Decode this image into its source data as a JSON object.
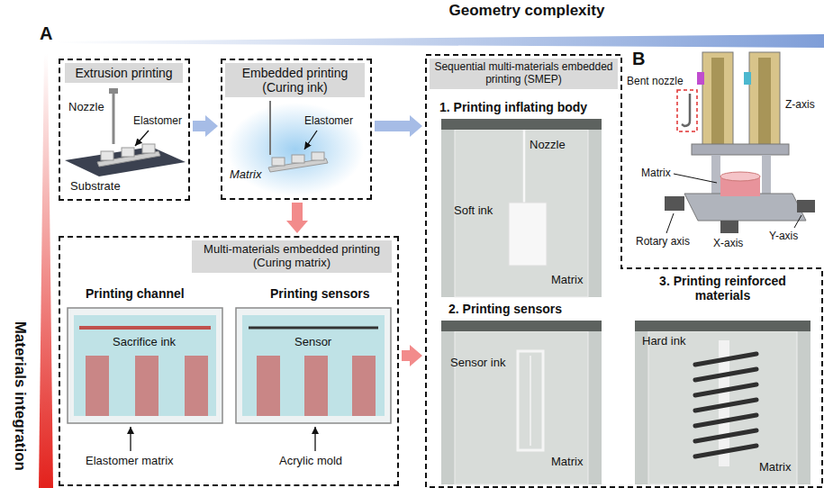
{
  "diagram": {
    "nodes": [
      {
        "text": [
          "Extrusion printing",
          "Nozzle",
          "Elastomer",
          "Substrate"
        ]
      },
      {
        "text": [
          "Embedded printing (Curing ink)",
          "Elastomer",
          "Matrix"
        ]
      },
      {
        "text": [
          "Multi-materials embedded printing (Curing matrix)",
          "Printing channel",
          "Sacrifice ink",
          "Elastomer matrix",
          "Printing sensors",
          "Sensor",
          "Acrylic mold"
        ]
      },
      {
        "text": [
          "Sequential multi-materials embedded printing (SMEP)"
        ]
      },
      {
        "text": [
          "1. Printing inflating body",
          "Nozzle",
          "Soft ink",
          "Matrix"
        ],
        "in": 3
      },
      {
        "text": [
          "2. Printing sensors",
          "Sensor ink",
          "Matrix"
        ],
        "in": 3
      },
      {
        "text": [
          "3. Printing reinforced materials",
          "Hard ink",
          "Matrix"
        ],
        "in": 3
      }
    ],
    "edges": [
      {
        "from": 0,
        "to": 1,
        "arrow": "to"
      },
      {
        "from": 1,
        "to": 3,
        "arrow": "to"
      },
      {
        "from": 1,
        "to": 2,
        "arrow": "to"
      },
      {
        "from": 2,
        "to": 3,
        "arrow": "to"
      }
    ],
    "labels": [
      "A",
      "Geometry complexity",
      "B",
      "Bent nozzle",
      "Z-axis",
      "Matrix",
      "Rotary axis",
      "X-axis",
      "Y-axis",
      "Materials integration"
    ]
  }
}
